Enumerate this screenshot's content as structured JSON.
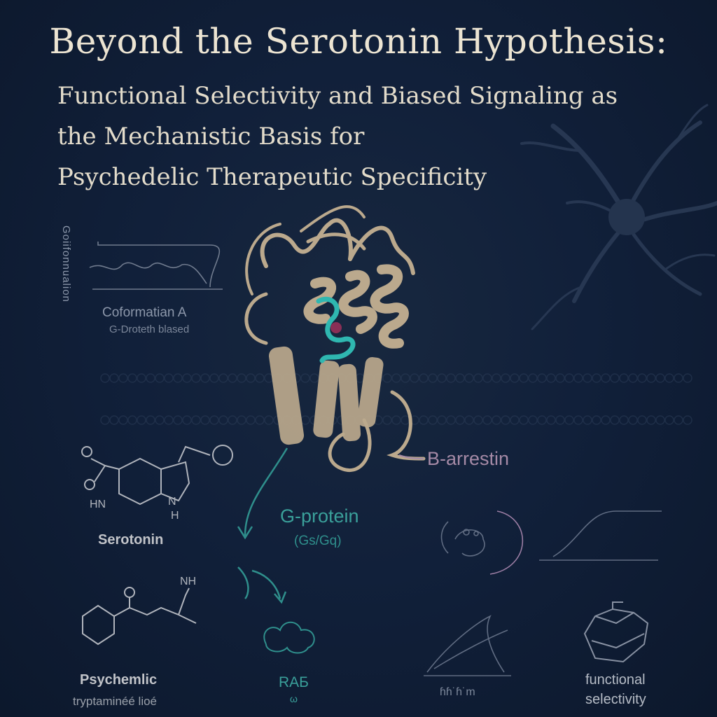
{
  "title": "Beyond the Serotonin Hypothesis:",
  "subtitle_lines": [
    "Functional Selectivity and Biased Signaling as",
    "the Mechanistic Basis for",
    "Psychedelic Therapeutic Specificity"
  ],
  "side_label": "Goiifonnualion",
  "conformation": {
    "title": "Coformatian A",
    "sub": "G-Droteth blased"
  },
  "pathways": {
    "arrestin": "Β-arrestin",
    "gprotein": "G-protein",
    "gprotein_sub": "(Gs/Gq)"
  },
  "molecules": {
    "serotonin": {
      "name": "Serotonin",
      "hn": "HN",
      "nh_n": "N",
      "nh_h": "H"
    },
    "psychemlic": {
      "name": "Psychemlic",
      "sub": "tryptaminéé lioé",
      "nh": "NH"
    }
  },
  "bottom": {
    "rab": "RАБ",
    "rab_sub": "ω",
    "wave_label": "ɦɦ˙ɦ˙m",
    "functional_1": "functional",
    "functional_2": "selectivity"
  },
  "colors": {
    "background": "#11203a",
    "title": "#ece4d2",
    "protein": "#bba98d",
    "ligand": "#2fb7b0",
    "teal_label": "#3aa09a",
    "arrestin": "#a58aa6",
    "line_art": "#7f8a9c"
  }
}
